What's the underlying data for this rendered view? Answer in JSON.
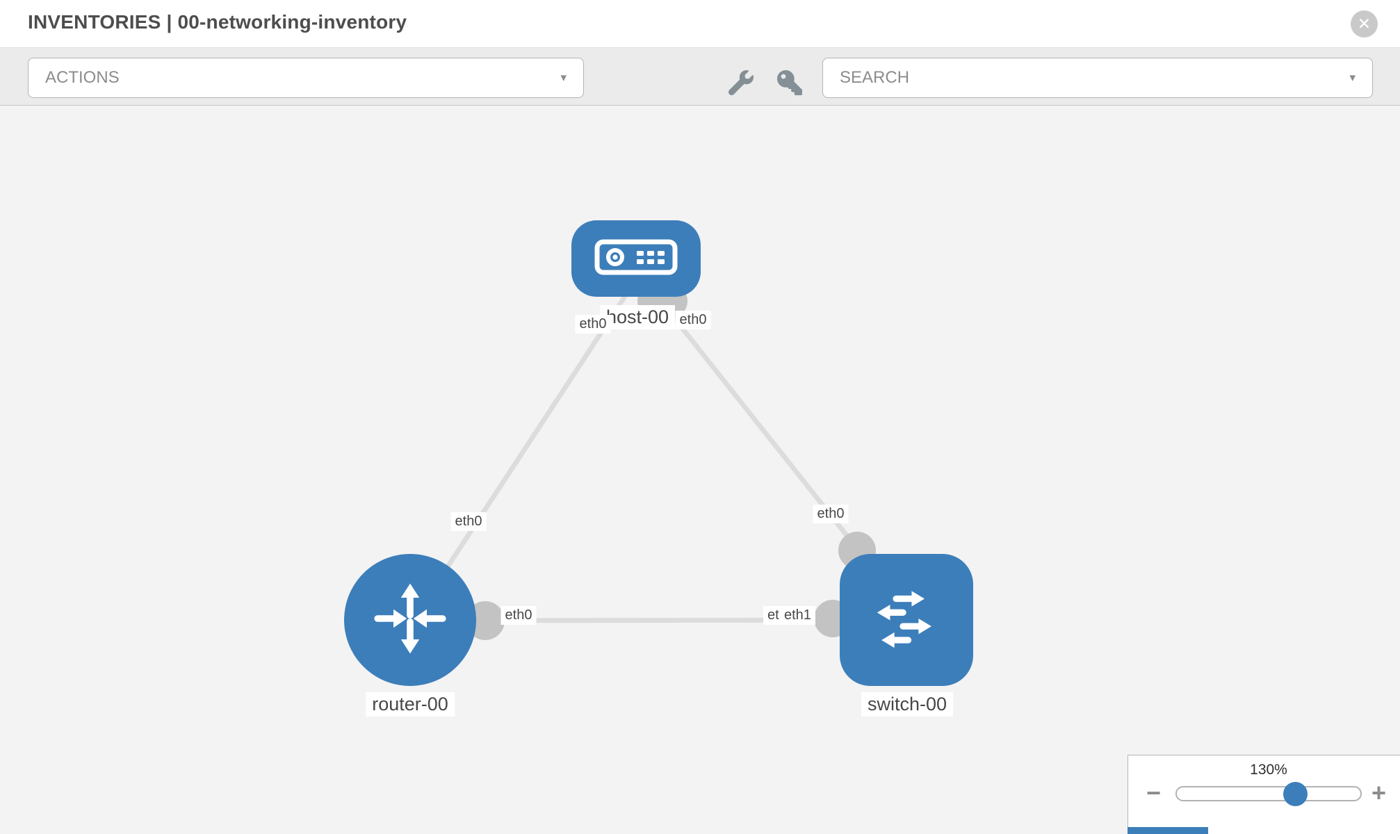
{
  "window": {
    "title": "INVENTORIES | 00-networking-inventory"
  },
  "header": {
    "close_glyph": "✕"
  },
  "toolbar": {
    "actions_dropdown": {
      "value": "ACTIONS",
      "caret_glyph": "▾"
    },
    "search_dropdown": {
      "value": "SEARCH",
      "caret_glyph": "▾"
    },
    "wrench_icon": "wrench",
    "key_icon": "key"
  },
  "topology": {
    "nodes": [
      {
        "id": "host-00",
        "type": "host",
        "label": "host-00"
      },
      {
        "id": "router-00",
        "type": "router",
        "label": "router-00"
      },
      {
        "id": "switch-00",
        "type": "switch",
        "label": "switch-00"
      }
    ],
    "links": [
      {
        "from": "host-00",
        "from_if": "eth0",
        "to": "router-00",
        "to_if": "eth0"
      },
      {
        "from": "host-00",
        "from_if": "eth0",
        "to": "switch-00",
        "to_if": "eth0"
      },
      {
        "from": "router-00",
        "from_if": "eth0",
        "to": "switch-00",
        "to_if": "eth1"
      }
    ],
    "labels": {
      "host_name": "host-00",
      "router_name": "router-00",
      "switch_name": "switch-00",
      "host_if_left": "eth0",
      "host_if_right": "eth0",
      "link_host_router_if": "eth0",
      "link_host_switch_if": "eth0",
      "router_if_right": "eth0",
      "switch_if_back": "eth0",
      "switch_if_front": "eth1"
    }
  },
  "zoom_control": {
    "level": "130%",
    "minus_glyph": "−",
    "plus_glyph": "+"
  },
  "colors": {
    "node_blue": "#3c7eba",
    "accent_blue": "#3c7eba",
    "link_gray": "#dcdcdc",
    "connector_gray": "#c3c3c3"
  }
}
